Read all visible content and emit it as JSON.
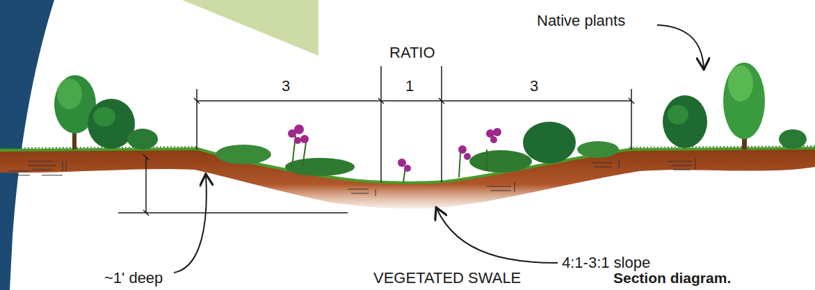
{
  "diagram": {
    "title": "VEGETATED SWALE",
    "caption": "Section diagram.",
    "labels": [
      "Native plants",
      "RATIO",
      "3",
      "1",
      "3",
      "~1' deep",
      "4:1-3:1 slope"
    ]
  }
}
